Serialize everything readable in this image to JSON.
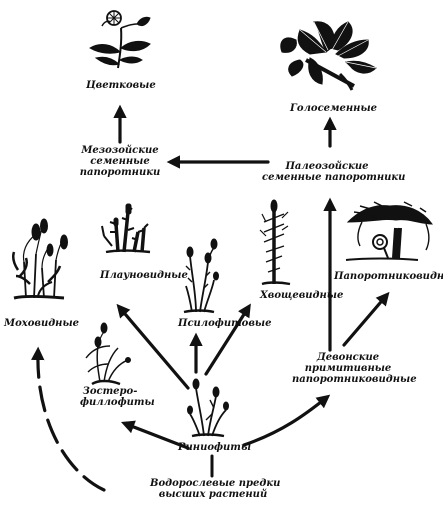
{
  "diagram": {
    "nodes": {
      "angiosperms": {
        "text": "Цветковые",
        "icon": "flowering-plant-icon"
      },
      "gymnosperms": {
        "text": "Голосеменные",
        "icon": "ginkgo-branch-icon"
      },
      "mesozoic_seed_ferns": {
        "lines": [
          "Мезозойские",
          "семенные",
          "папоротники"
        ]
      },
      "paleozoic_seed_ferns": {
        "lines": [
          "Палеозойские",
          "семенные папоротники"
        ]
      },
      "mosses": {
        "text": "Моховидные",
        "icon": "moss-icon"
      },
      "lycopods": {
        "text": "Плауновидные",
        "icon": "club-moss-icon"
      },
      "psilophytes": {
        "text": "Псилофитовые",
        "icon": "psilophyte-icon"
      },
      "horsetails": {
        "text": "Хвощевидные",
        "icon": "horsetail-icon"
      },
      "ferns": {
        "text": "Папоротниковидные",
        "icon": "tree-fern-icon"
      },
      "zosterophylls": {
        "lines": [
          "Зостеро-",
          "филлофиты"
        ],
        "icon": "zosterophyll-icon"
      },
      "devonian_ferns": {
        "lines": [
          "Девонские",
          "примитивные",
          "папоротниковидные"
        ]
      },
      "rhyniophytes": {
        "text": "Риниофиты",
        "icon": "rhyniophyte-icon"
      },
      "algal_ancestors": {
        "lines": [
          "Водорослевые предки",
          "высших растений"
        ]
      }
    },
    "colors": {
      "ink": "#111111",
      "background": "#ffffff"
    }
  }
}
